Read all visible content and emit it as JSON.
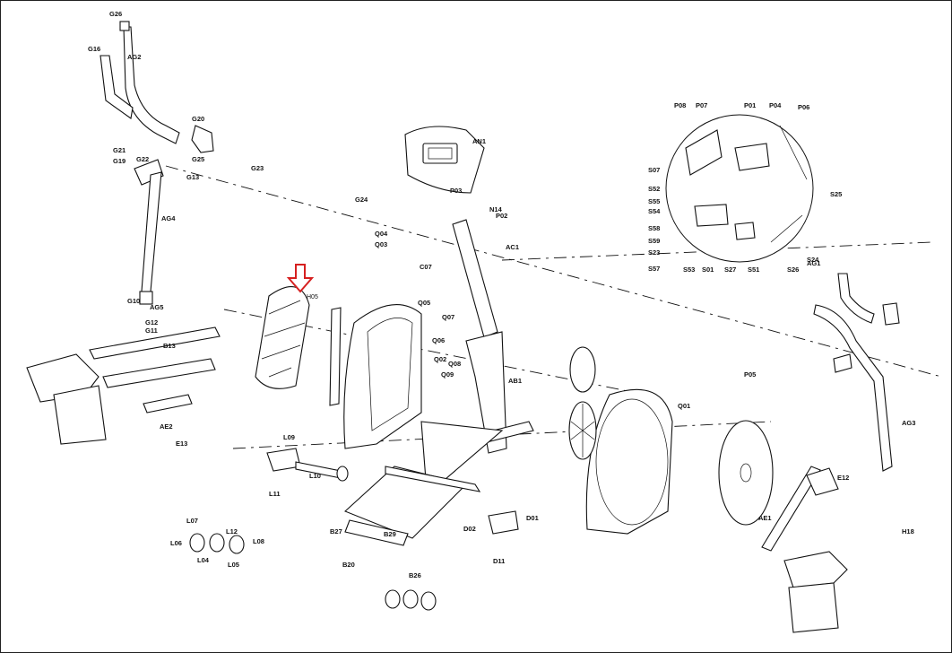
{
  "diagram": {
    "labels": [
      "G26",
      "G16",
      "AG2",
      "G20",
      "G21",
      "G22",
      "G19",
      "G13",
      "G25",
      "G23",
      "G24",
      "AG4",
      "AN1",
      "P03",
      "N14",
      "P02",
      "AC1",
      "Q04",
      "Q03",
      "C07",
      "Q05",
      "Q07",
      "Q06",
      "Q02",
      "Q08",
      "Q09",
      "AB1",
      "P08",
      "P07",
      "P01",
      "P04",
      "P06",
      "S07",
      "S52",
      "S55",
      "S54",
      "S58",
      "S59",
      "S23",
      "S57",
      "S53",
      "S01",
      "S27",
      "S51",
      "S26",
      "S24",
      "S25",
      "G10",
      "AG5",
      "G12",
      "G11",
      "AG1",
      "AG3",
      "E12",
      "AE1",
      "AE2",
      "P05",
      "Q01",
      "L09",
      "L11",
      "L10",
      "L06",
      "L07",
      "L04",
      "L05",
      "L08",
      "L12",
      "B20",
      "B27",
      "B29",
      "B26",
      "D01",
      "D02",
      "D11",
      "H18",
      "E13",
      "B13"
    ],
    "highlight": {
      "target": "H05",
      "color": "#d62020"
    }
  }
}
